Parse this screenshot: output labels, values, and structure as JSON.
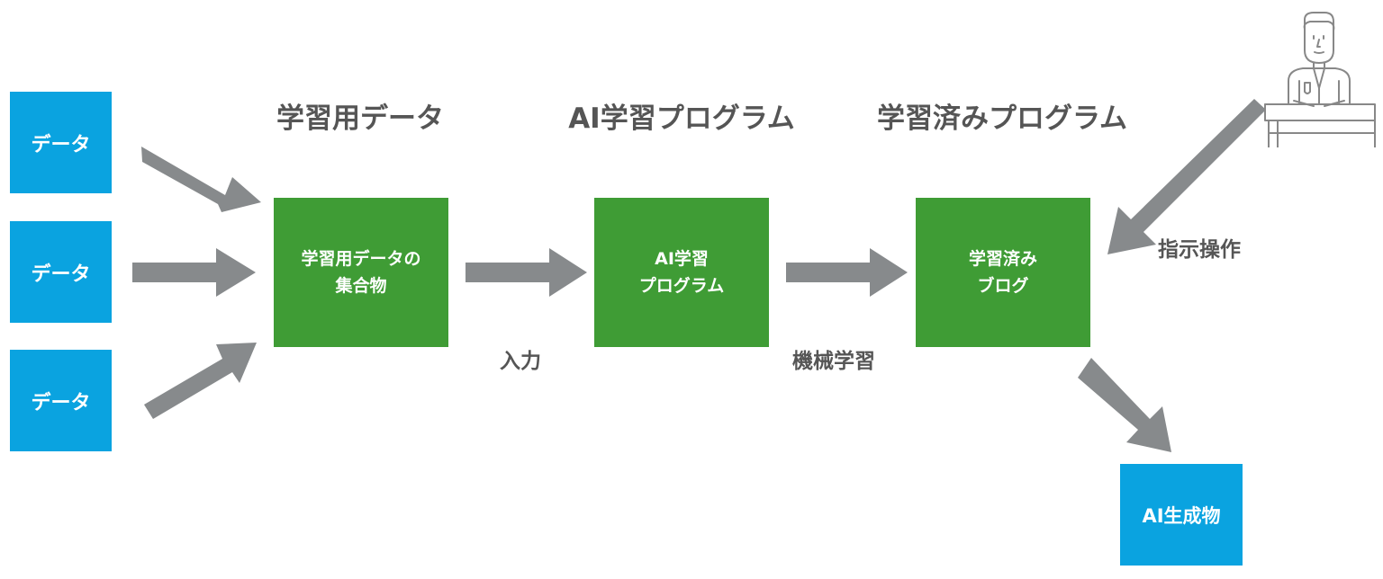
{
  "data_boxes": [
    "データ",
    "データ",
    "データ"
  ],
  "headings": {
    "dataset": "学習用データ",
    "ai_program": "AI学習プログラム",
    "trained_program": "学習済みプログラム"
  },
  "process_boxes": {
    "dataset": {
      "line1": "学習用データの",
      "line2": "集合物"
    },
    "ai_program": {
      "line1": "AI学習",
      "line2": "プログラム"
    },
    "trained": {
      "line1": "学習済み",
      "line2": "ブログ"
    }
  },
  "edge_labels": {
    "input": "入力",
    "machine_learning": "機械学習",
    "instruction": "指示操作"
  },
  "output_box": "AI生成物",
  "icons": {
    "person": "person-at-desk-icon",
    "arrow": "arrow-icon"
  },
  "colors": {
    "data_box": "#0aa3e0",
    "process_box": "#3f9c35",
    "arrow": "#878a8c",
    "text": "#555555"
  }
}
